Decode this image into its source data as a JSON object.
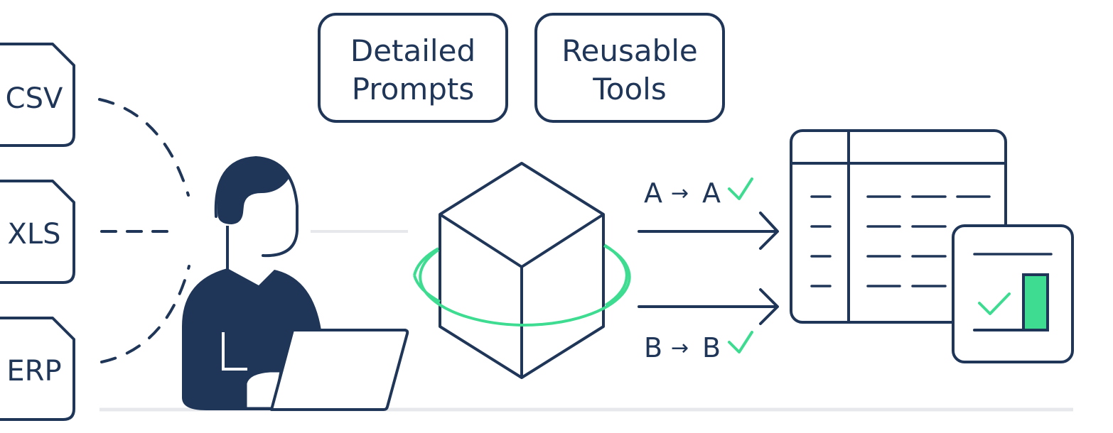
{
  "colors": {
    "navy": "#1f3658",
    "green": "#3ddc91",
    "light_gray": "#e6e8ec"
  },
  "sources": [
    {
      "label": "CSV",
      "icon": "file-icon"
    },
    {
      "label": "XLS",
      "icon": "file-icon"
    },
    {
      "label": "ERP",
      "icon": "file-icon"
    }
  ],
  "top_boxes": [
    {
      "line1": "Detailed",
      "line2": "Prompts"
    },
    {
      "line1": "Reusable",
      "line2": "Tools"
    }
  ],
  "person": {
    "icon": "person-at-laptop-icon"
  },
  "center": {
    "icon": "cube-with-orbit-icon"
  },
  "mappings": [
    {
      "from": "A",
      "arrow": "→",
      "to": "A",
      "status": "check-icon"
    },
    {
      "from": "B",
      "arrow": "→",
      "to": "B",
      "status": "check-icon"
    }
  ],
  "output": {
    "table_icon": "spreadsheet-icon",
    "report_icon": "report-check-chart-icon"
  }
}
